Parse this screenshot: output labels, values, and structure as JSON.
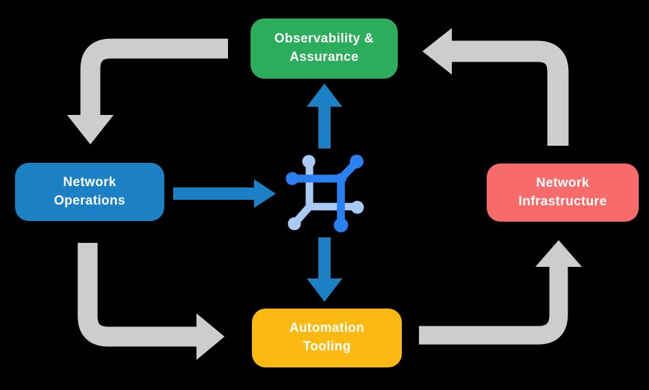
{
  "diagram": {
    "nodes": {
      "observability": {
        "label": "Observability &\nAssurance",
        "color": "#2BAD5C"
      },
      "operations": {
        "label": "Network\nOperations",
        "color": "#1B80C4"
      },
      "infrastructure": {
        "label": "Network\nInfrastructure",
        "color": "#F76B6B"
      },
      "automation": {
        "label": "Automation\nTooling",
        "color": "#FBB911"
      }
    },
    "hub": {
      "icon": "network-mesh-icon"
    },
    "flows": {
      "outer_cycle": [
        {
          "from": "observability",
          "to": "operations"
        },
        {
          "from": "operations",
          "to": "automation"
        },
        {
          "from": "automation",
          "to": "infrastructure"
        },
        {
          "from": "infrastructure",
          "to": "observability"
        }
      ],
      "hub_links": [
        {
          "from": "operations",
          "to": "hub"
        },
        {
          "from": "hub",
          "to": "observability"
        },
        {
          "from": "hub",
          "to": "automation"
        }
      ]
    },
    "colors": {
      "background": "#000000",
      "text": "#FFFFFF",
      "gray_arrow": "#CDCDCD",
      "blue_arrow": "#1B80C4",
      "icon_dark_blue": "#2A80F0",
      "icon_light_blue": "#A8CAF5"
    }
  }
}
